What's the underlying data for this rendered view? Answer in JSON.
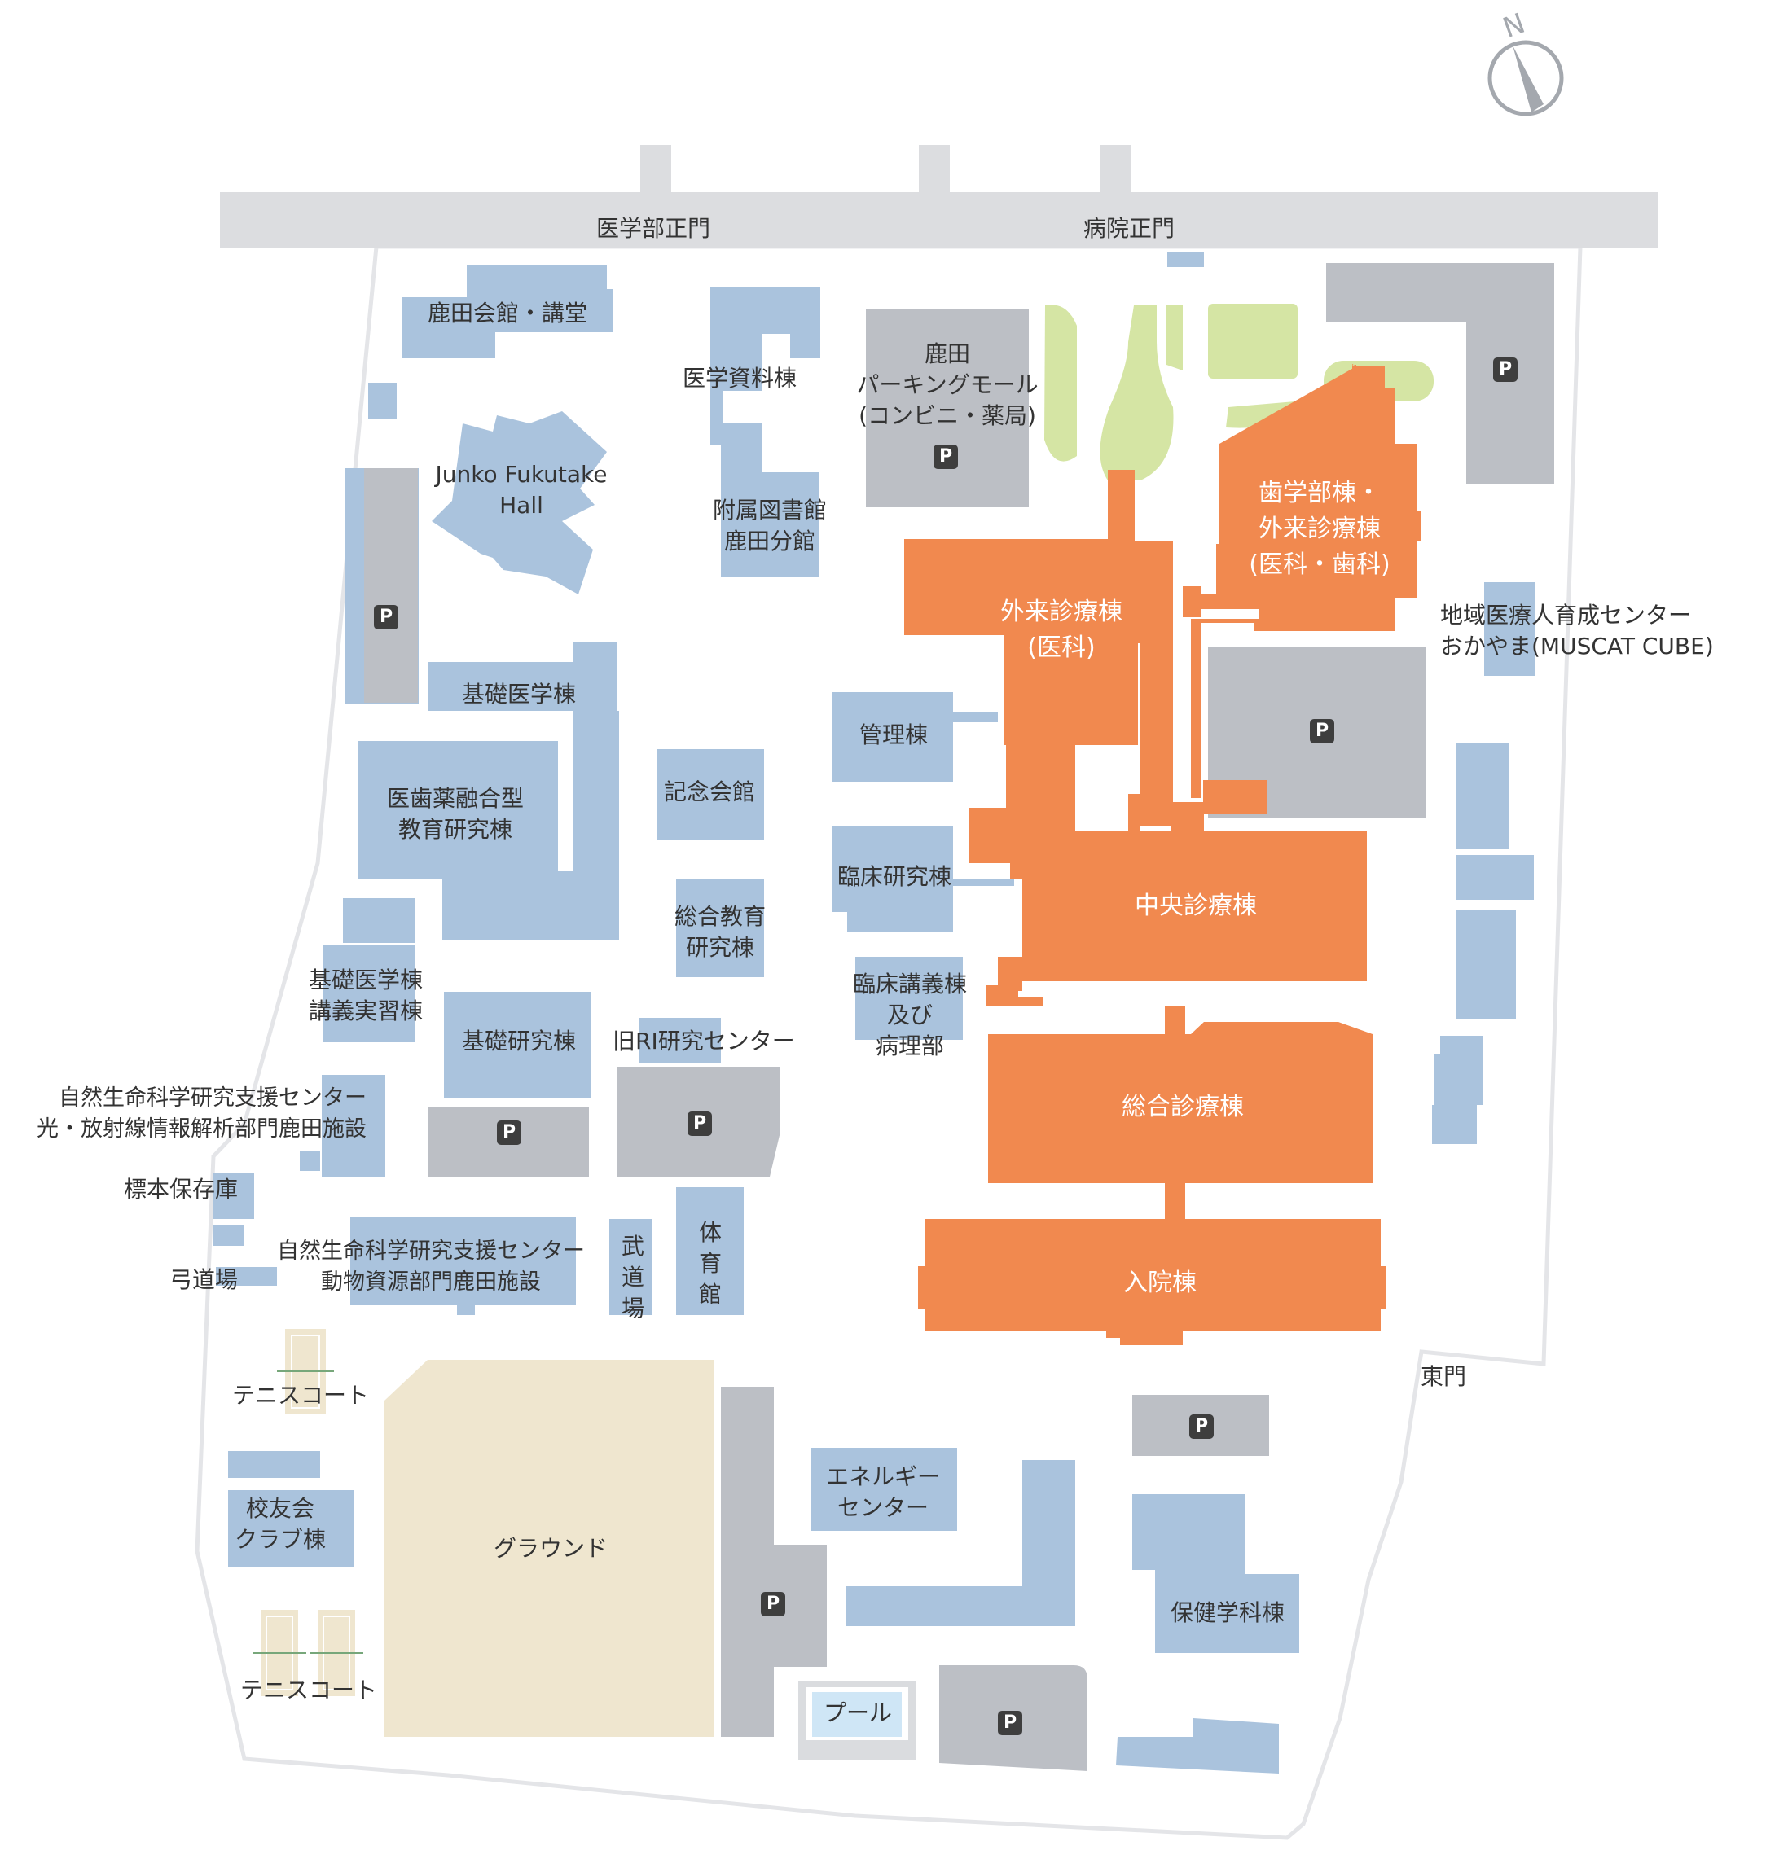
{
  "colors": {
    "road": "#dcdde0",
    "building": "#aac3dd",
    "hospital": "#f1894f",
    "parking": "#bcbfc5",
    "green": "#d5e5a4",
    "ground": "#efe6cf",
    "pool": "#cfe6f6",
    "outline": "#e4e5e8"
  },
  "compass": {
    "label": "N"
  },
  "gates": {
    "medical": "医学部正門",
    "hospital": "病院正門",
    "east": "東門"
  },
  "parking": {
    "label": "P"
  },
  "buildings": {
    "kaikan": "鹿田会館・講堂",
    "shiryo": "医学資料棟",
    "mall": "鹿田\nパーキングモール\n(コンビニ・薬局)",
    "junko": "Junko Fukutake\nHall",
    "library": "附属図書館\n鹿田分館",
    "dental": "歯学部棟・\n外来診療棟\n(医科・歯科)",
    "outpatient": "外来診療棟\n(医科)",
    "muscat": "地域医療人育成センター\nおかやま(MUSCAT CUBE)",
    "kiso": "基礎医学棟",
    "kanri": "管理棟",
    "ishiyaku": "医歯薬融合型\n教育研究棟",
    "kinen": "記念会館",
    "rinsho": "臨床研究棟",
    "central": "中央診療棟",
    "sogokyoiku": "総合教育\n研究棟",
    "kogi": "基礎医学棟\n講義実習棟",
    "rinshokogi": "臨床講義棟\n及び\n病理部",
    "kisokenkyu": "基礎研究棟",
    "ri": "旧RI研究センター",
    "general": "総合診療棟",
    "hikari": "自然生命科学研究支援センター\n光・放射線情報解析部門鹿田施設",
    "hyohon": "標本保存庫",
    "dobutsu": "自然生命科学研究支援センター\n動物資源部門鹿田施設",
    "budo": "武道場",
    "taiiku": "体育館",
    "kyudo": "弓道場",
    "inpatient": "入院棟",
    "tennis1": "テニスコート",
    "energy": "エネルギー\nセンター",
    "koyukai": "校友会\nクラブ棟",
    "ground": "グラウンド",
    "hoken": "保健学科棟",
    "tennis2": "テニスコート",
    "pool": "プール"
  }
}
